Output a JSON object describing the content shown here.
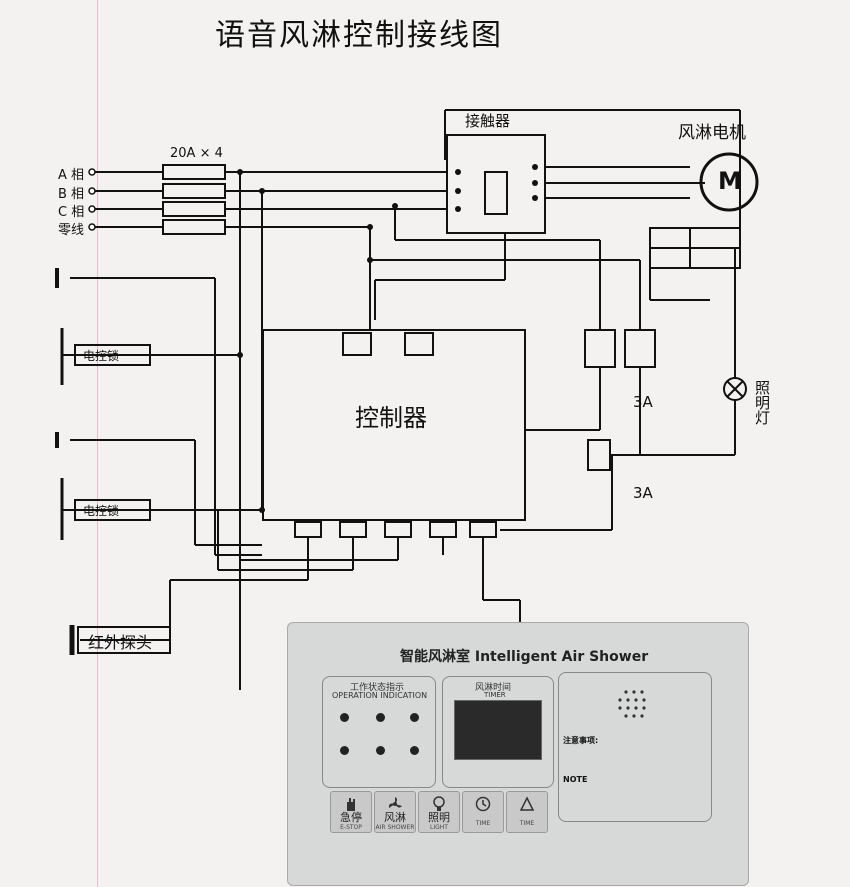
{
  "diagram": {
    "title": "语音风淋控制接线图",
    "breaker_label": "20A × 4",
    "phase_labels": [
      "A 相",
      "B 相",
      "C 相",
      "零线"
    ],
    "contactor_label": "接触器",
    "motor_label": "风淋电机",
    "motor_symbol": "M",
    "controller_label": "控制器",
    "fuse_labels": [
      "3A",
      "3A"
    ],
    "lamp_label": "照明灯",
    "lock_labels": [
      "电控锁",
      "电控锁"
    ],
    "ir_probe_label": "红外探头"
  },
  "panel": {
    "title": "智能风淋室 Intelligent Air Shower",
    "status_title_cn": "工作状态指示",
    "status_title_en": "OPERATION INDICATION",
    "timer_title_cn": "风淋时间",
    "timer_title_en": "TIMER",
    "notes_title": "注意事项:",
    "notes_title_en": "NOTE",
    "buttons": [
      {
        "cn": "急停",
        "en": "E-STOP"
      },
      {
        "cn": "风淋",
        "en": "AIR SHOWER"
      },
      {
        "cn": "照明",
        "en": "LIGHT"
      },
      {
        "cn": "",
        "en": "TIME"
      },
      {
        "cn": "",
        "en": "TIME"
      }
    ]
  }
}
